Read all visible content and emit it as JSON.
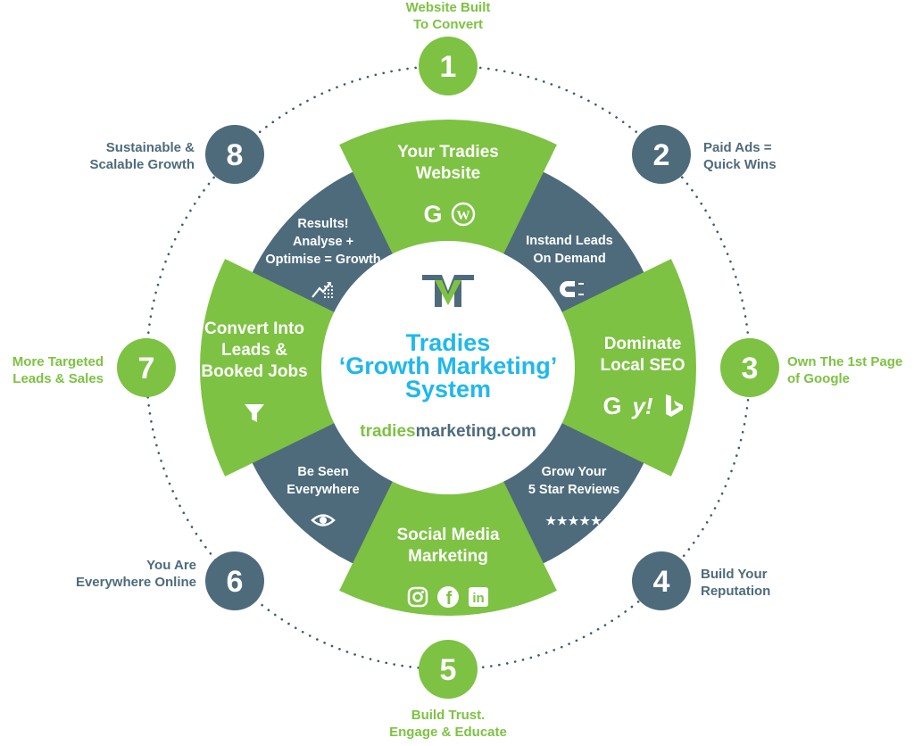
{
  "colors": {
    "green": "#7dc242",
    "slate": "#4e6b7c",
    "slate_dark": "#3f5a6a",
    "cyan": "#1fb8ec",
    "label_green": "#7dc242",
    "label_slate": "#4e6b7c",
    "white": "#ffffff"
  },
  "steps": [
    {
      "number": "1",
      "label_lines": [
        "Website Built",
        "To Convert"
      ],
      "color": "green"
    },
    {
      "number": "2",
      "label_lines": [
        "Paid Ads =",
        "Quick Wins"
      ],
      "color": "slate"
    },
    {
      "number": "3",
      "label_lines": [
        "Own The 1st Page",
        "of Google"
      ],
      "color": "green"
    },
    {
      "number": "4",
      "label_lines": [
        "Build Your",
        "Reputation"
      ],
      "color": "slate"
    },
    {
      "number": "5",
      "label_lines": [
        "Build Trust.",
        "Engage & Educate"
      ],
      "color": "green"
    },
    {
      "number": "6",
      "label_lines": [
        "You Are",
        "Everywhere Online"
      ],
      "color": "slate"
    },
    {
      "number": "7",
      "label_lines": [
        "More Targeted",
        "Leads & Sales"
      ],
      "color": "green"
    },
    {
      "number": "8",
      "label_lines": [
        "Sustainable &",
        "Scalable Growth"
      ],
      "color": "slate"
    }
  ],
  "segments": [
    {
      "title_lines": [
        "Your Tradies",
        "Website"
      ],
      "icons": [
        "google-icon",
        "wordpress-icon"
      ]
    },
    {
      "title_lines": [
        "Instand Leads",
        "On Demand"
      ],
      "icons": [
        "magnet-icon"
      ]
    },
    {
      "title_lines": [
        "Dominate",
        "Local SEO"
      ],
      "icons": [
        "google-icon",
        "yahoo-icon",
        "bing-icon"
      ]
    },
    {
      "title_lines": [
        "Grow Your",
        "5 Star Reviews"
      ],
      "icons": [
        "five-stars-icon"
      ]
    },
    {
      "title_lines": [
        "Social Media",
        "Marketing"
      ],
      "icons": [
        "instagram-icon",
        "facebook-icon",
        "linkedin-icon"
      ]
    },
    {
      "title_lines": [
        "Be Seen",
        "Everywhere"
      ],
      "icons": [
        "eye-icon"
      ]
    },
    {
      "title_lines": [
        "Convert Into",
        "Leads &",
        "Booked Jobs"
      ],
      "icons": [
        "funnel-icon"
      ]
    },
    {
      "title_lines": [
        "Results!",
        "Analyse +",
        "Optimise = Growth"
      ],
      "icons": [
        "growth-chart-icon"
      ]
    }
  ],
  "center": {
    "logo": "TM-logo",
    "title_lines": [
      "Tradies",
      "‘Growth Marketing’",
      "System"
    ],
    "domain_part1": "tradies",
    "domain_part2": "marketing.com"
  },
  "icon_glyphs": {
    "yahoo": "y!",
    "google": "G",
    "wordpress": "W",
    "facebook": "f",
    "linkedin": "in",
    "stars": "★★★★★"
  }
}
